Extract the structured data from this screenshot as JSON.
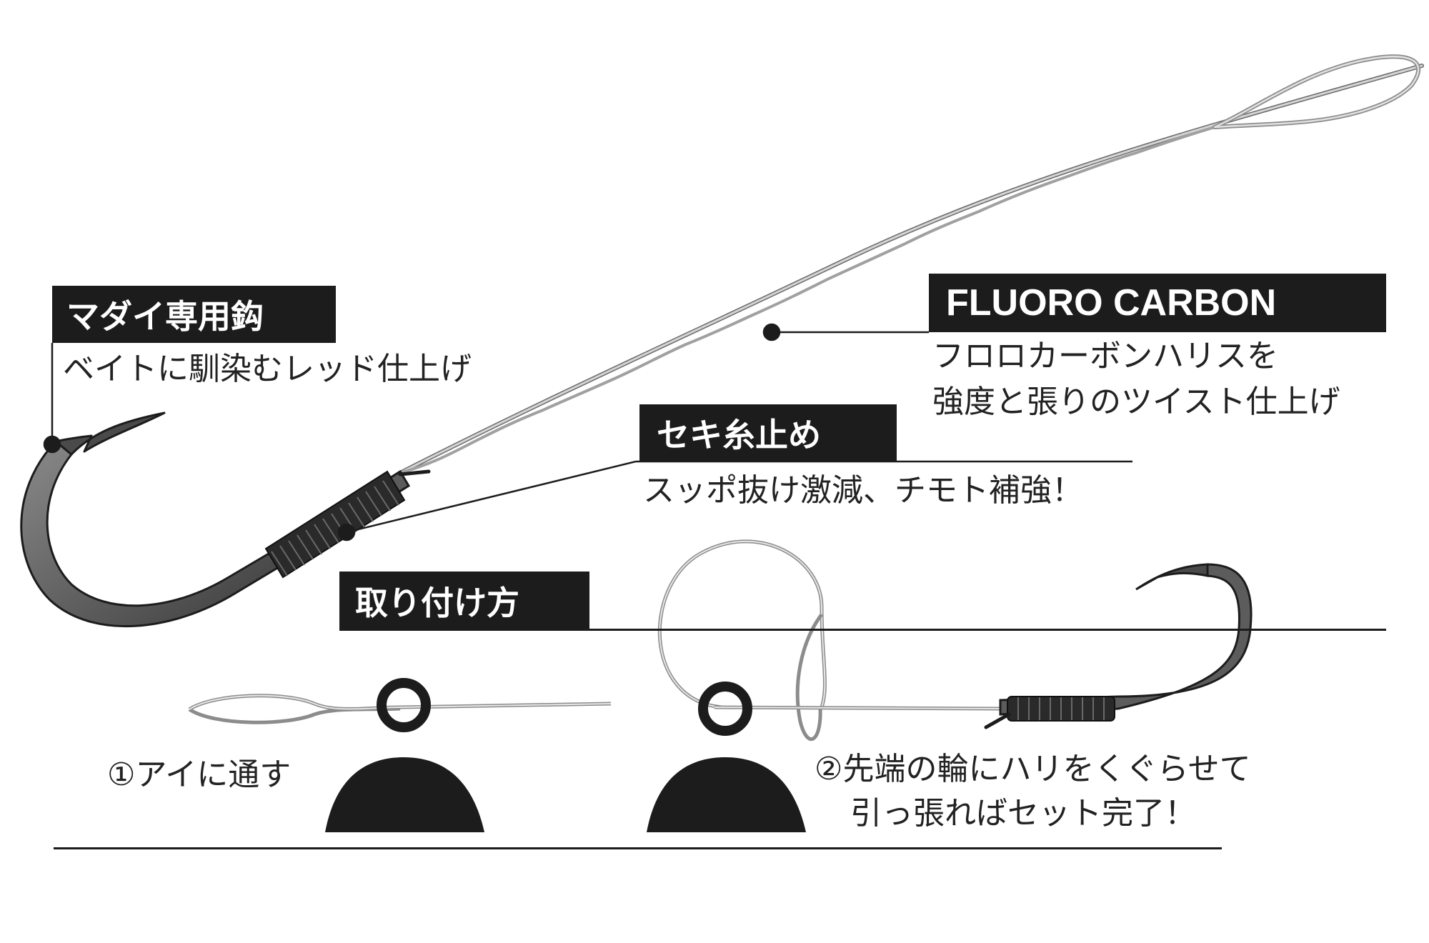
{
  "labels": {
    "hook": {
      "title": "マダイ専用鈎",
      "description": "ベイトに馴染むレッド仕上げ"
    },
    "fluoro": {
      "title": "FLUORO CARBON",
      "description_line1": "フロロカーボンハリスを",
      "description_line2": "強度と張りのツイスト仕上げ"
    },
    "seki": {
      "title": "セキ糸止め",
      "description": "スッポ抜け激減、チモト補強！"
    },
    "attach": {
      "title": "取り付け方",
      "step1": "①アイに通す",
      "step2_line1": "②先端の輪にハリをくぐらせて",
      "step2_line2": "引っ張ればセット完了！"
    }
  },
  "colors": {
    "ink": "#1c1c1c",
    "line_gray": "#9a9a9a",
    "hook_gray": "#5c5c5c"
  }
}
